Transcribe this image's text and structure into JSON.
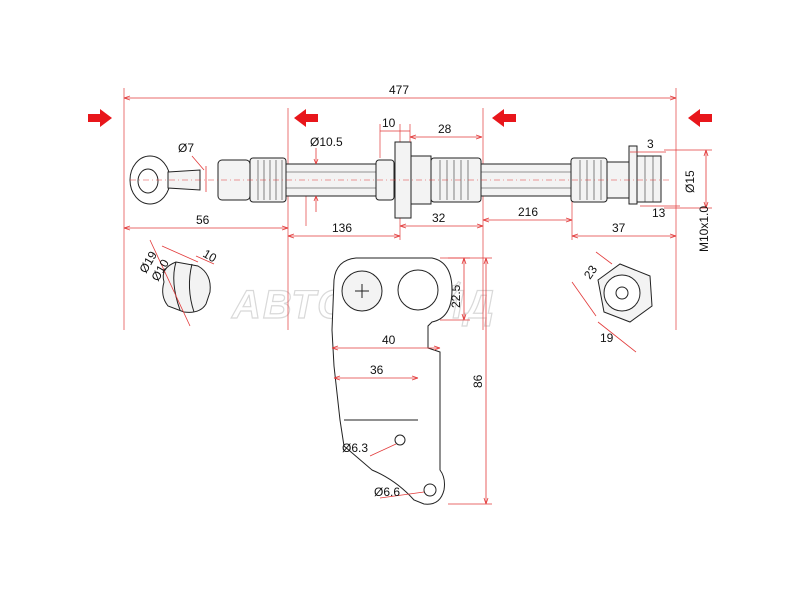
{
  "watermark": "АВТОТРЕЙД",
  "colors": {
    "dimension": "#e23a3a",
    "arrow": "#e8161b",
    "outline": "#222222",
    "watermark": "#d9d9d9"
  },
  "dimensions": {
    "overall_length": "477",
    "eye_inner": "Ø7",
    "hose_diameter": "Ø10.5",
    "collar_width": "10",
    "fitting_length": "28",
    "nut_width": "3",
    "end_diameter": "Ø15",
    "thread": "M10x1.0",
    "end_flat": "13",
    "eye_to_fitting": "56",
    "seg_136": "136",
    "seg_32": "32",
    "seg_216": "216",
    "seg_37": "37",
    "eye_outer": "Ø19",
    "eye_bore": "Ø10",
    "eye_thickness": "10",
    "bracket_height": "22.5",
    "bracket_width_40": "40",
    "bracket_width_36": "36",
    "bracket_total_height": "86",
    "hole_small": "Ø6.3",
    "hole_bottom": "Ø6.6",
    "hex_across": "23",
    "hex_width": "19"
  }
}
